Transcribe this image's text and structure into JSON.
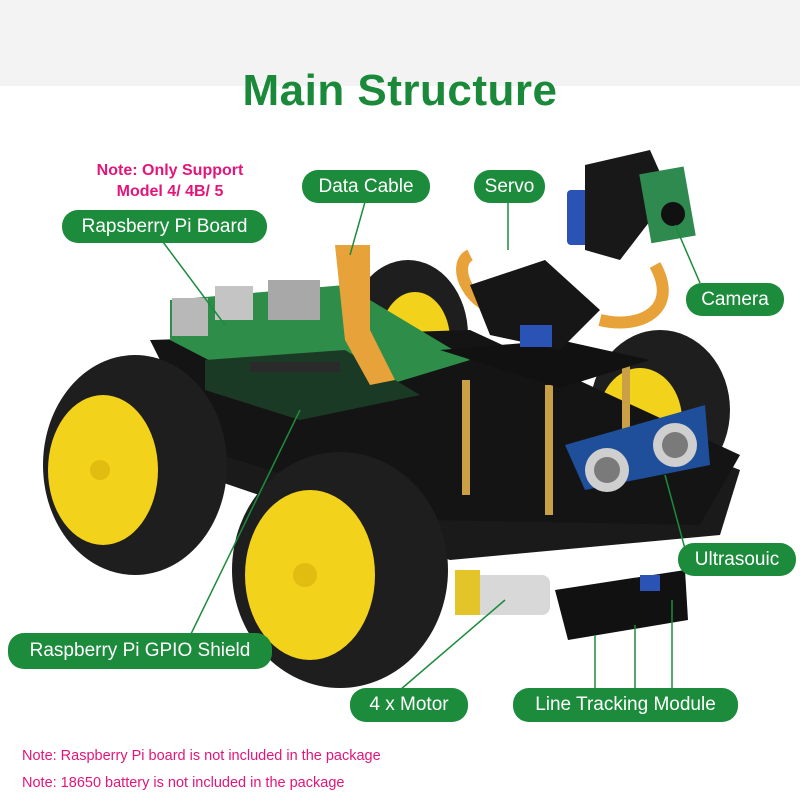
{
  "title": "Main Structure",
  "notes": {
    "support_line1": "Note: Only Support",
    "support_line2": "Model 4/ 4B/ 5",
    "footer1": "Note: Raspberry Pi board is not included in the package",
    "footer2": "Note: 18650 battery is not included in the package"
  },
  "labels": {
    "pi_board": "Rapsberry Pi Board",
    "data_cable": "Data Cable",
    "servo": "Servo",
    "camera": "Camera",
    "ultrasonic": "Ultrasouic",
    "gpio_shield": "Raspberry Pi GPIO Shield",
    "motor": "4 x Motor",
    "line_tracking": "Line Tracking Module"
  },
  "colors": {
    "label_green": "#1c8c3c",
    "title_green": "#1a8a3a",
    "note_pink": "#e4157a",
    "wheel_yellow": "#f2d21b",
    "tire_black": "#1e1e1e",
    "chassis_black": "#141414",
    "pcb_green": "#2f8d4a",
    "ribbon_orange": "#e8a23a"
  }
}
